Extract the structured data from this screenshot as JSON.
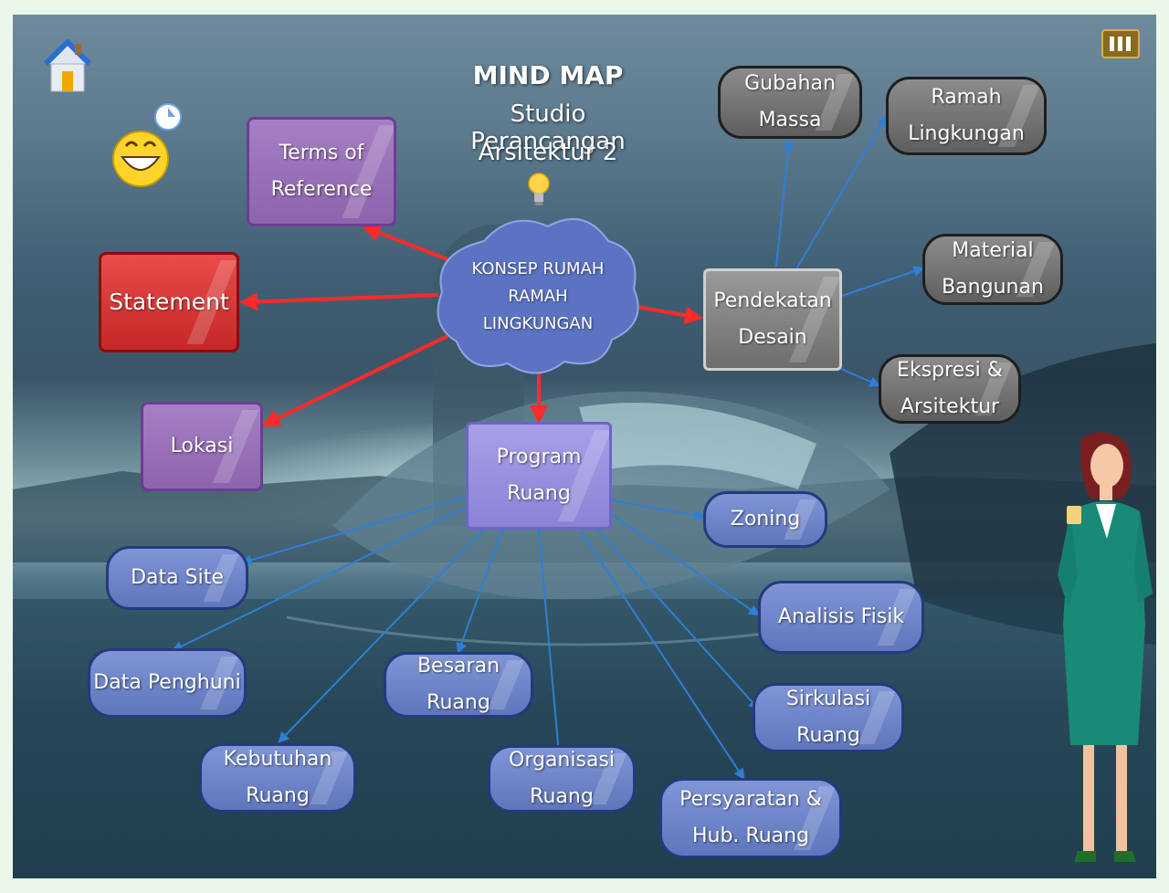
{
  "title": "MIND MAP",
  "subtitle_line1": "Studio Perancangan",
  "subtitle_line2": "Arsitektur 2",
  "center": "KONSEP RUMAH\nRAMAH\nLINGKUNGAN",
  "nodes": {
    "terms_of_reference": "Terms of\nReference",
    "statement": "Statement",
    "lokasi": "Lokasi",
    "program_ruang": "Program\nRuang",
    "pendekatan_desain": "Pendekatan\nDesain",
    "gubahan_massa": "Gubahan\nMassa",
    "ramah_lingkungan": "Ramah\nLingkungan",
    "material_bangunan": "Material\nBangunan",
    "ekspresi_arsitektur": "Ekspresi &\nArsitektur",
    "zoning": "Zoning",
    "data_site": "Data Site",
    "analisis_fisik": "Analisis Fisik",
    "data_penghuni": "Data Penghuni",
    "besaran_ruang": "Besaran Ruang",
    "sirkulasi_ruang": "Sirkulasi\nRuang",
    "kebutuhan_ruang": "Kebutuhan\nRuang",
    "organisasi_ruang": "Organisasi\nRuang",
    "persyaratan_hub_ruang": "Persyaratan &\nHub. Ruang"
  },
  "icons": {
    "home": "home-icon",
    "menu": "menu-icon",
    "smiley": "smiley-icon",
    "bulb": "lightbulb-icon"
  },
  "colors": {
    "arrow_red": "#ff2a2a",
    "arrow_blue": "#2f7fd6"
  }
}
